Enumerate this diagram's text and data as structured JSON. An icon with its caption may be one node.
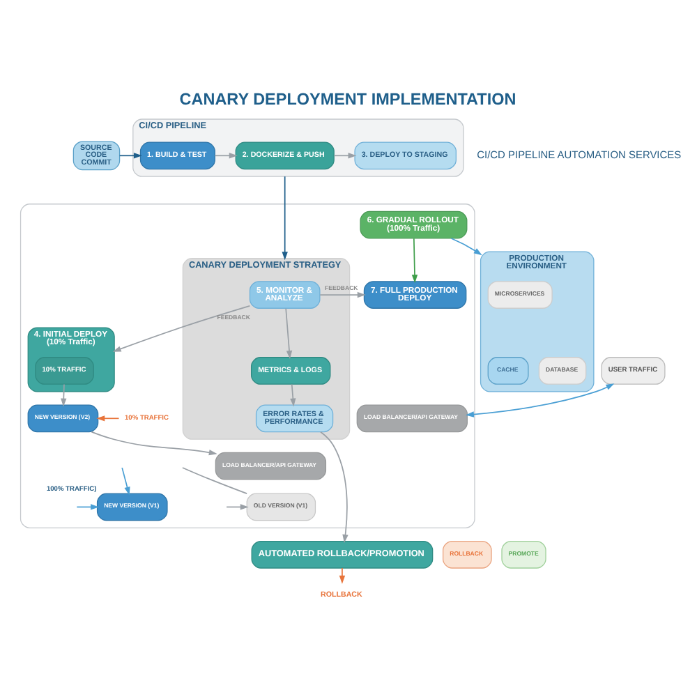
{
  "diagram": {
    "title": "CANARY DEPLOYMENT IMPLEMENTATION",
    "nodes": [
      {
        "text": [
          "SOURCE CODE COMMIT"
        ]
      },
      {
        "text": [
          "CI/CD PIPELINE"
        ]
      },
      {
        "text": [
          "1. BUILD & TEST"
        ],
        "in": 1
      },
      {
        "text": [
          "2. DOCKERIZE & PUSH"
        ],
        "in": 1
      },
      {
        "text": [
          "3. DEPLOY TO STAGING"
        ],
        "in": 1
      },
      {
        "text": [],
        "shape": "box"
      },
      {
        "text": [
          "4. INITIAL DEPLOY (10% Traffic)"
        ],
        "in": 5
      },
      {
        "text": [
          "10% TRAFFIC"
        ],
        "in": 6
      },
      {
        "text": [
          "10% TRAFFIC"
        ],
        "in": 5
      },
      {
        "text": [
          "NEW VERSION (V2)"
        ],
        "in": 5
      },
      {
        "text": [
          "LOAD BALANCER/API GATEWAY"
        ],
        "in": 5
      },
      {
        "text": [
          "OLD VERSION (V1)"
        ],
        "in": 5
      },
      {
        "text": [
          "CANARY DEPLOYMENT STRATEGY"
        ],
        "in": 5
      },
      {
        "text": [
          "5. MONITOR & ANALYZE"
        ],
        "in": 12
      },
      {
        "text": [
          "METRICS & LOGS"
        ],
        "in": 12
      },
      {
        "text": [
          "ERROR RATES & PERFORMANCE"
        ],
        "in": 12
      },
      {
        "text": [
          "ROLLBACK"
        ]
      },
      {
        "text": [
          "PROMOTE"
        ]
      },
      {
        "text": [
          "6. GRADUAL ROLLOUT (100% Traffic)"
        ],
        "in": 5
      },
      {
        "text": [
          "7. FULL PRODUCTION DEPLOY"
        ],
        "in": 5
      },
      {
        "text": [
          "USER TRAFFIC"
        ]
      },
      {
        "text": [
          "LOAD BALANCER/API GATEWAY"
        ],
        "in": 5
      },
      {
        "text": [
          "NEW VERSION (V1)"
        ],
        "in": 5,
        "beside": [
          "100% TRAFFIC)"
        ]
      },
      {
        "text": [
          "PRODUCTION ENVIRONMENT"
        ]
      },
      {
        "text": [
          "MICROSERVICES"
        ],
        "in": 23
      },
      {
        "text": [
          "DATABASE"
        ],
        "in": 23
      },
      {
        "text": [
          "CACHE"
        ],
        "in": 23
      },
      {
        "text": [
          "AUTOMATED ROLLBACK/PROMOTION"
        ]
      },
      {
        "text": [
          "ROLLBACK"
        ]
      }
    ],
    "edges": [
      {
        "from": 0,
        "to": 2,
        "arrow": "to",
        "color": "#1f5f8b"
      },
      {
        "from": 2,
        "to": 3,
        "arrow": "to"
      },
      {
        "from": 3,
        "to": 4,
        "arrow": "to"
      },
      {
        "from": 1,
        "to": 12,
        "arrow": "to",
        "color": "#1f5f8b"
      },
      {
        "from": 7,
        "to": 9,
        "arrow": "to"
      },
      {
        "from": 8,
        "to": 9,
        "arrow": "to",
        "color": "#e8743b"
      },
      {
        "from": 9,
        "to": 10,
        "arrow": "to"
      },
      {
        "from": null,
        "to": 11,
        "arrow": "none"
      },
      {
        "from": null,
        "to": 11,
        "arrow": "to"
      },
      {
        "from": 13,
        "to": 6,
        "arrow": "to",
        "label": "FEEDBACK"
      },
      {
        "from": 13,
        "to": 14,
        "arrow": "to"
      },
      {
        "from": 14,
        "to": 15,
        "arrow": "to"
      },
      {
        "from": 13,
        "to": 19,
        "arrow": "to",
        "label": "FEEDBACK"
      },
      {
        "from": 18,
        "to": 23,
        "arrow": "to",
        "color": "#4a9fd4"
      },
      {
        "from": 18,
        "to": 19,
        "arrow": "to",
        "color": "#3f9e4a"
      },
      {
        "from": 21,
        "to": 20,
        "arrow": "both",
        "color": "#4a9fd4"
      },
      {
        "from": null,
        "to": 22,
        "arrow": "to",
        "color": "#4a9fd4"
      },
      {
        "from": null,
        "to": 22,
        "arrow": "to",
        "color": "#4a9fd4"
      },
      {
        "from": 15,
        "to": 27,
        "arrow": "to"
      },
      {
        "from": 27,
        "to": 28,
        "arrow": "to",
        "color": "#e8743b"
      }
    ],
    "labels": [
      "CI/CD PIPELINE AUTOMATION SERVICES"
    ]
  }
}
